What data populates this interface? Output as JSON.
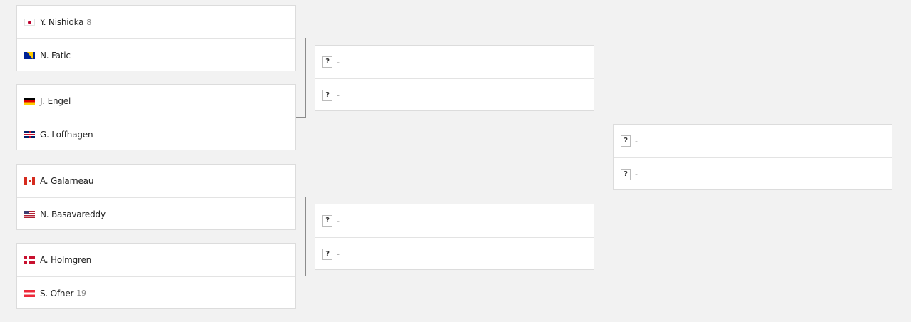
{
  "round1": [
    {
      "players": [
        {
          "name": "Y. Nishioka",
          "seed": "8",
          "flag_icon": "japan-flag-icon"
        },
        {
          "name": "N. Fatic",
          "seed": "",
          "flag_icon": "bosnia-flag-icon"
        }
      ]
    },
    {
      "players": [
        {
          "name": "J. Engel",
          "seed": "",
          "flag_icon": "germany-flag-icon"
        },
        {
          "name": "G. Loffhagen",
          "seed": "",
          "flag_icon": "uk-flag-icon"
        }
      ]
    },
    {
      "players": [
        {
          "name": "A. Galarneau",
          "seed": "",
          "flag_icon": "canada-flag-icon"
        },
        {
          "name": "N. Basavareddy",
          "seed": "",
          "flag_icon": "usa-flag-icon"
        }
      ]
    },
    {
      "players": [
        {
          "name": "A. Holmgren",
          "seed": "",
          "flag_icon": "denmark-flag-icon"
        },
        {
          "name": "S. Ofner",
          "seed": "19",
          "flag_icon": "austria-flag-icon"
        }
      ]
    }
  ],
  "tbd": {
    "icon_text": "?",
    "label": "-"
  },
  "colors": {
    "background": "#f2f2f2",
    "card": "#ffffff",
    "connector": "#8c8c8c"
  }
}
